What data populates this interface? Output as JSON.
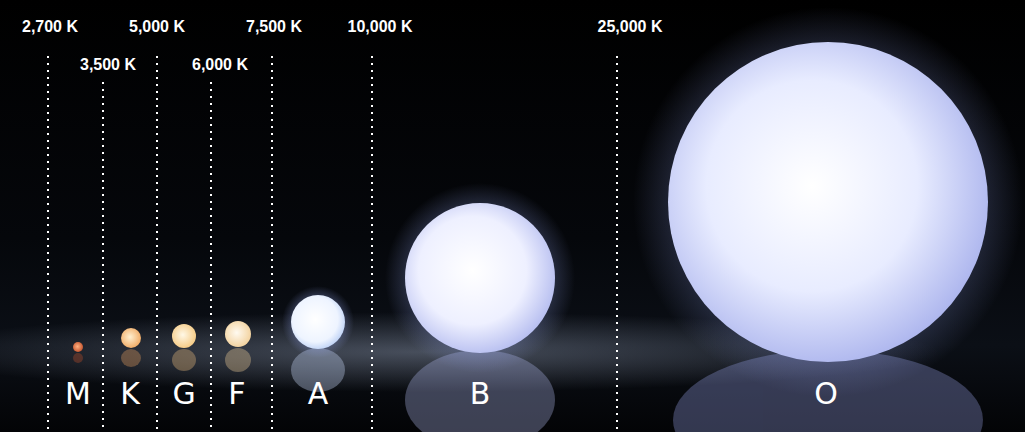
{
  "diagram": {
    "labels": [
      "2,700 K",
      "5,000 K",
      "7,500 K",
      "10,000 K",
      "25,000 K",
      "3,500 K",
      "6,000 K",
      "M",
      "K",
      "G",
      "F",
      "A",
      "B",
      "O"
    ]
  }
}
